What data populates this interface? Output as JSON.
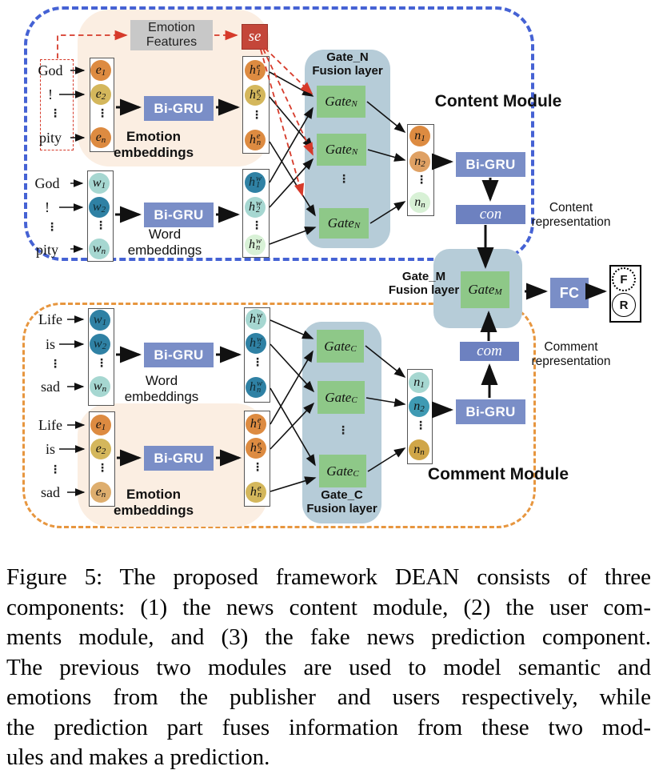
{
  "palette": {
    "frame_blue": "#4562d4",
    "frame_orange": "#e7963f",
    "peach_panel": "#fbeee2",
    "fusion_panel": "#b6ccd8",
    "gate_green": "#8ec888",
    "bigru_blue": "#7a8ec7",
    "repr_blue": "#6d81c0",
    "se_red": "#c44639",
    "red_dash": "#d63a2a",
    "gray_box": "#c8c8c8",
    "orange": "#dd8b41",
    "gold": "#d4b75c",
    "mustard": "#d0a648",
    "tan": "#deae6e",
    "light_orange": "#dfa164",
    "dark_teal": "#2f81a4",
    "mid_teal": "#3f9ab3",
    "light_teal": "#a6d7d1",
    "mint": "#d8f1d6"
  },
  "shared": {
    "bigru": "Bi-GRU",
    "dots": "⋮"
  },
  "content": {
    "title": "Content Module",
    "words": [
      "God",
      "!",
      "pity"
    ],
    "emotion_features": [
      "Emotion",
      "Features"
    ],
    "se": "se",
    "emb_emotion": [
      "Emotion",
      "embeddings"
    ],
    "emb_word": [
      "Word",
      "embeddings"
    ],
    "e": [
      {
        "b": "e",
        "s": "1"
      },
      {
        "b": "e",
        "s": "2"
      },
      {
        "b": "e",
        "s": "n"
      }
    ],
    "he": [
      {
        "b": "h",
        "s": "1",
        "p": "e"
      },
      {
        "b": "h",
        "s": "2",
        "p": "e"
      },
      {
        "b": "h",
        "s": "n",
        "p": "e"
      }
    ],
    "w": [
      {
        "b": "w",
        "s": "1"
      },
      {
        "b": "w",
        "s": "2"
      },
      {
        "b": "w",
        "s": "n"
      }
    ],
    "hw": [
      {
        "b": "h",
        "s": "1",
        "p": "w"
      },
      {
        "b": "h",
        "s": "2",
        "p": "w"
      },
      {
        "b": "h",
        "s": "n",
        "p": "w"
      }
    ],
    "n": [
      {
        "b": "n",
        "s": "1"
      },
      {
        "b": "n",
        "s": "2"
      },
      {
        "b": "n",
        "s": "n"
      }
    ],
    "gate_n": {
      "title": [
        "Gate_N",
        "Fusion layer"
      ],
      "gate": {
        "b": "Gate",
        "s": "N"
      }
    },
    "con": "con",
    "repr": [
      "Content",
      "representation"
    ]
  },
  "comment": {
    "title": "Comment Module",
    "words": [
      "Life",
      "is",
      "sad"
    ],
    "emb_emotion": [
      "Emotion",
      "embeddings"
    ],
    "emb_word": [
      "Word",
      "embeddings"
    ],
    "w": [
      {
        "b": "w",
        "s": "1"
      },
      {
        "b": "w",
        "s": "2"
      },
      {
        "b": "w",
        "s": "n"
      }
    ],
    "hw": [
      {
        "b": "h",
        "s": "1",
        "p": "w"
      },
      {
        "b": "h",
        "s": "2",
        "p": "w"
      },
      {
        "b": "h",
        "s": "n",
        "p": "w"
      }
    ],
    "e": [
      {
        "b": "e",
        "s": "1"
      },
      {
        "b": "e",
        "s": "2"
      },
      {
        "b": "e",
        "s": "n"
      }
    ],
    "he": [
      {
        "b": "h",
        "s": "1",
        "p": "e"
      },
      {
        "b": "h",
        "s": "2",
        "p": "e"
      },
      {
        "b": "h",
        "s": "n",
        "p": "e"
      }
    ],
    "n": [
      {
        "b": "n",
        "s": "1"
      },
      {
        "b": "n",
        "s": "2"
      },
      {
        "b": "n",
        "s": "n"
      }
    ],
    "gate_c": {
      "title": [
        "Gate_C",
        "Fusion layer"
      ],
      "gate": {
        "b": "Gate",
        "s": "C"
      }
    },
    "com": "com",
    "repr": [
      "Comment",
      "representation"
    ]
  },
  "prediction": {
    "gate_m": {
      "title": [
        "Gate_M",
        "Fusion layer"
      ],
      "gate": {
        "b": "Gate",
        "s": "M"
      }
    },
    "fc": "FC",
    "outputs": {
      "fake": "F",
      "real": "R"
    }
  },
  "caption": {
    "lines": [
      "Figure 5: The proposed framework DEAN consists of three",
      "components: (1) the news content module, (2) the user com-",
      "ments module, and (3) the fake news prediction component.",
      "The previous two modules are used to model semantic and",
      "emotions from the publisher and users respectively, while",
      "the prediction part fuses information from these two mod-",
      "ules and makes a prediction."
    ]
  }
}
